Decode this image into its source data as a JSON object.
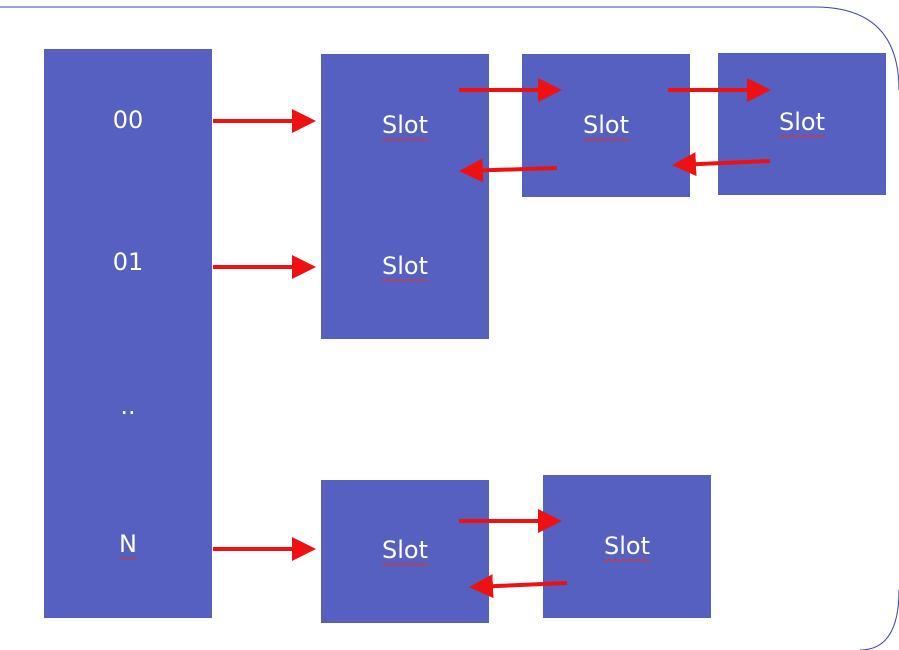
{
  "table": {
    "entries": [
      "00",
      "01",
      "..",
      "N"
    ]
  },
  "nodes": {
    "slot_label": "Slot"
  },
  "colors": {
    "box_fill": "#5560c0",
    "arrow": "#ee1111",
    "frame": "#3b46b0",
    "text": "#ffffff"
  }
}
